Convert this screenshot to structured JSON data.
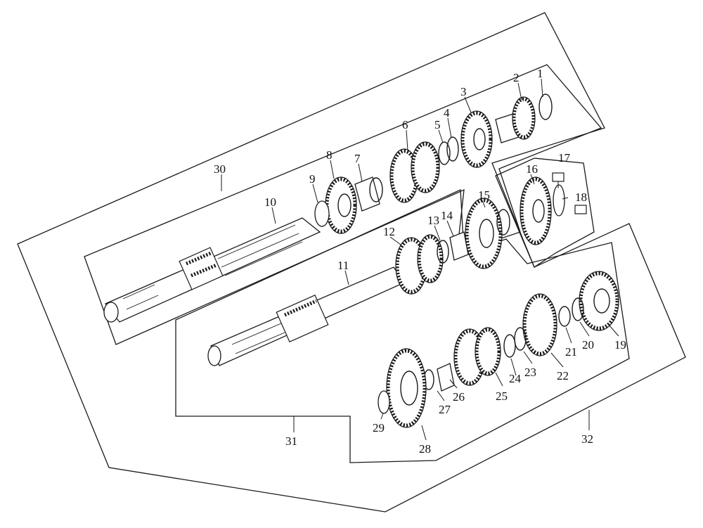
{
  "diagram": {
    "groups": [
      "30",
      "31",
      "32"
    ],
    "parts": [
      "1",
      "2",
      "3",
      "4",
      "5",
      "6",
      "7",
      "8",
      "9",
      "10",
      "11",
      "12",
      "13",
      "14",
      "15",
      "16",
      "17",
      "18",
      "19",
      "20",
      "21",
      "22",
      "23",
      "24",
      "25",
      "26",
      "27",
      "28",
      "29"
    ]
  },
  "colors": {
    "line": "#1a1a1a",
    "background": "#ffffff"
  }
}
